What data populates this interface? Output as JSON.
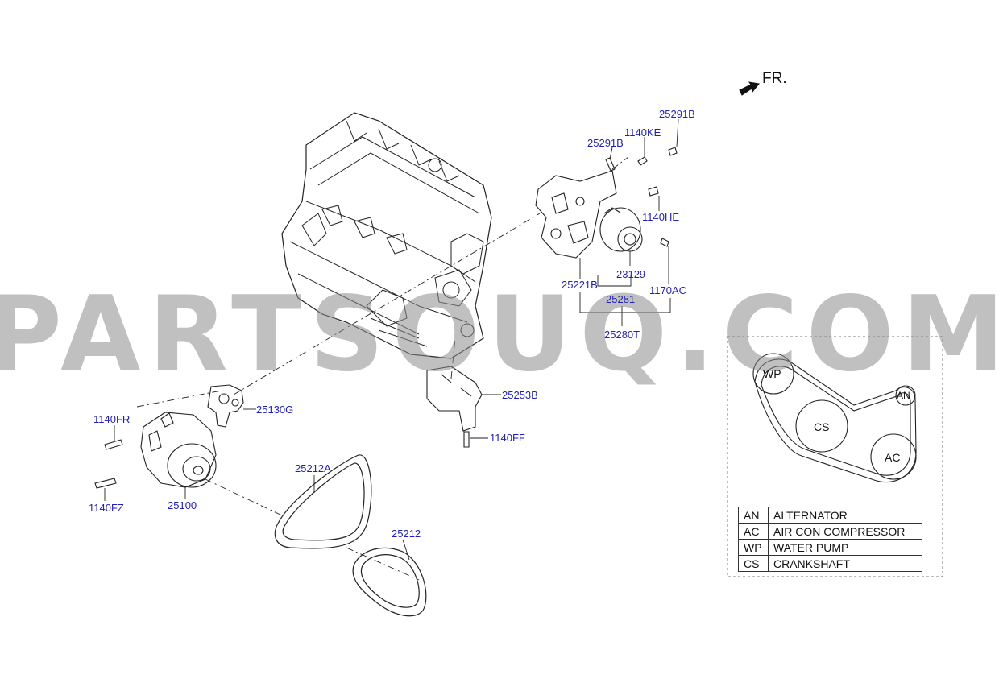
{
  "orientation": {
    "label": "FR."
  },
  "watermark": "PARTSOUQ.COM",
  "callouts": {
    "p25291B_top": "25291B",
    "p1140KE": "1140KE",
    "p25291B_mid": "25291B",
    "p1140HE": "1140HE",
    "p23129": "23129",
    "p25221B": "25221B",
    "p1170AC": "1170AC",
    "p25281": "25281",
    "p25280T": "25280T",
    "p25253B": "25253B",
    "p1140FF": "1140FF",
    "p25130G": "25130G",
    "p1140FR": "1140FR",
    "p1140FZ": "1140FZ",
    "p25100": "25100",
    "p25212A": "25212A",
    "p25212": "25212"
  },
  "belt_diagram": {
    "pulleys": {
      "wp": "WP",
      "an": "AN",
      "cs": "CS",
      "ac": "AC"
    },
    "legend": [
      {
        "code": "AN",
        "description": "ALTERNATOR"
      },
      {
        "code": "AC",
        "description": "AIR CON COMPRESSOR"
      },
      {
        "code": "WP",
        "description": "WATER PUMP"
      },
      {
        "code": "CS",
        "description": "CRANKSHAFT"
      }
    ]
  },
  "colors": {
    "callout_blue": "#1f1fb5",
    "line": "#222222",
    "watermark": "#8c8c8c"
  }
}
